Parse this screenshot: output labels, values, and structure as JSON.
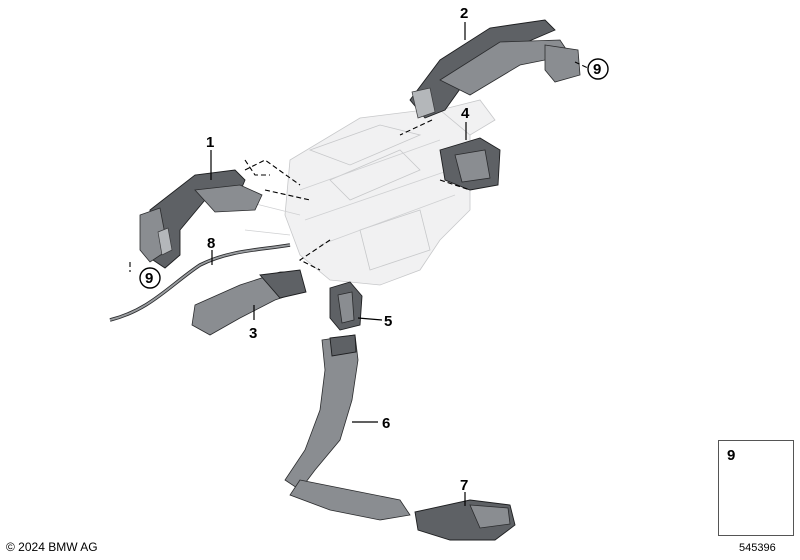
{
  "callouts": {
    "c1": "1",
    "c2": "2",
    "c3": "3",
    "c4": "4",
    "c5": "5",
    "c6": "6",
    "c7": "7",
    "c8": "8",
    "c9a": "9",
    "c9b": "9"
  },
  "legend": {
    "number": "9"
  },
  "footer": {
    "copyright": "© 2024 BMW AG",
    "diagram_id": "545396"
  }
}
